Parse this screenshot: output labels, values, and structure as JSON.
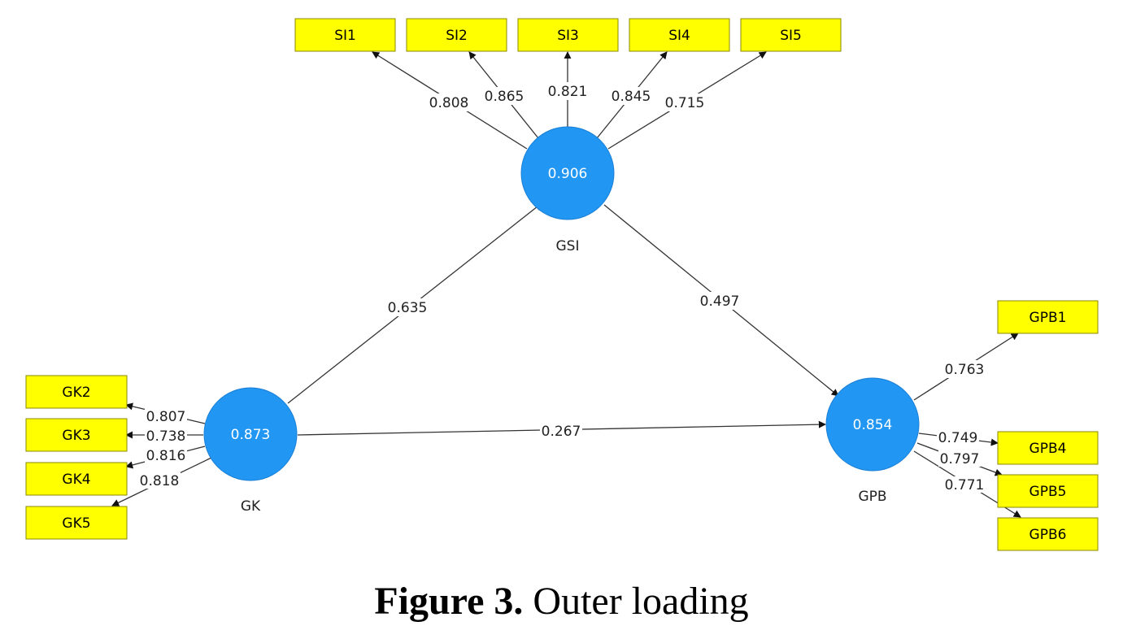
{
  "colors": {
    "construct_fill": "#2196f3",
    "construct_stroke": "#1a7fd6",
    "indicator_fill": "#ffff00",
    "indicator_stroke": "#8a8a00",
    "line": "#333333"
  },
  "constructs": {
    "gsi": {
      "name": "GSI",
      "value": "0.906"
    },
    "gk": {
      "name": "GK",
      "value": "0.873"
    },
    "gpb": {
      "name": "GPB",
      "value": "0.854"
    }
  },
  "indicators": {
    "si1": "SI1",
    "si2": "SI2",
    "si3": "SI3",
    "si4": "SI4",
    "si5": "SI5",
    "gk2": "GK2",
    "gk3": "GK3",
    "gk4": "GK4",
    "gk5": "GK5",
    "gpb1": "GPB1",
    "gpb4": "GPB4",
    "gpb5": "GPB5",
    "gpb6": "GPB6"
  },
  "loadings": {
    "si1": "0.808",
    "si2": "0.865",
    "si3": "0.821",
    "si4": "0.845",
    "si5": "0.715",
    "gk2": "0.807",
    "gk3": "0.738",
    "gk4": "0.816",
    "gk5": "0.818",
    "gpb1": "0.763",
    "gpb4": "0.749",
    "gpb5": "0.797",
    "gpb6": "0.771"
  },
  "paths": {
    "gk_gsi": "0.635",
    "gsi_gpb": "0.497",
    "gk_gpb": "0.267"
  },
  "caption": {
    "label": "Figure 3.",
    "text": "Outer loading"
  }
}
